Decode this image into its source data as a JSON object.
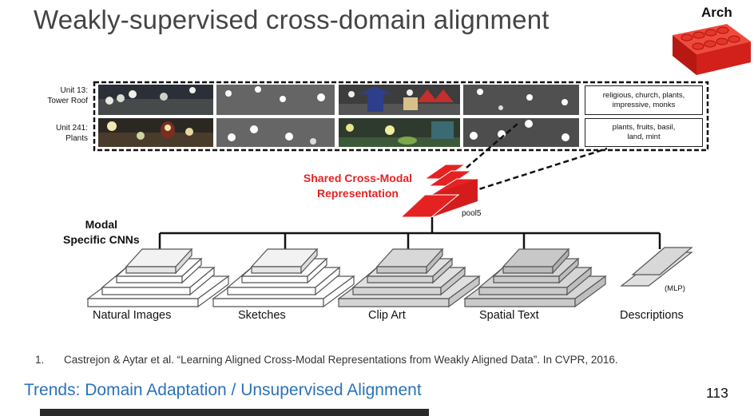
{
  "slide": {
    "title": "Weakly-supervised cross-domain alignment",
    "arch_label": "Arch",
    "page_number": "113",
    "footer_heading": "Trends: Domain Adaptation / Unsupervised Alignment"
  },
  "reference": {
    "number": "1.",
    "text": "Castrejon & Aytar et al. “Learning Aligned Cross-Modal Representations from Weakly Aligned Data”. In CVPR, 2016."
  },
  "figure": {
    "units": [
      {
        "label_line1": "Unit 13:",
        "label_line2": "Tower Roof",
        "description_line1": "religious, church, plants,",
        "description_line2": "impressive, monks"
      },
      {
        "label_line1": "Unit 241:",
        "label_line2": "Plants",
        "description_line1": "plants, fruits, basil,",
        "description_line2": "land, mint"
      }
    ],
    "shared_line1": "Shared Cross-Modal",
    "shared_line2": "Representation",
    "pool_label": "pool5",
    "modal_line1": "Modal",
    "modal_line2": "Specific CNNs",
    "mlp_label": "(MLP)",
    "modalities": [
      "Natural Images",
      "Sketches",
      "Clip Art",
      "Spatial Text",
      "Descriptions"
    ]
  },
  "colors": {
    "accent_red": "#e52222",
    "footer_blue": "#2b72b8",
    "lego_red": "#e3241c"
  }
}
